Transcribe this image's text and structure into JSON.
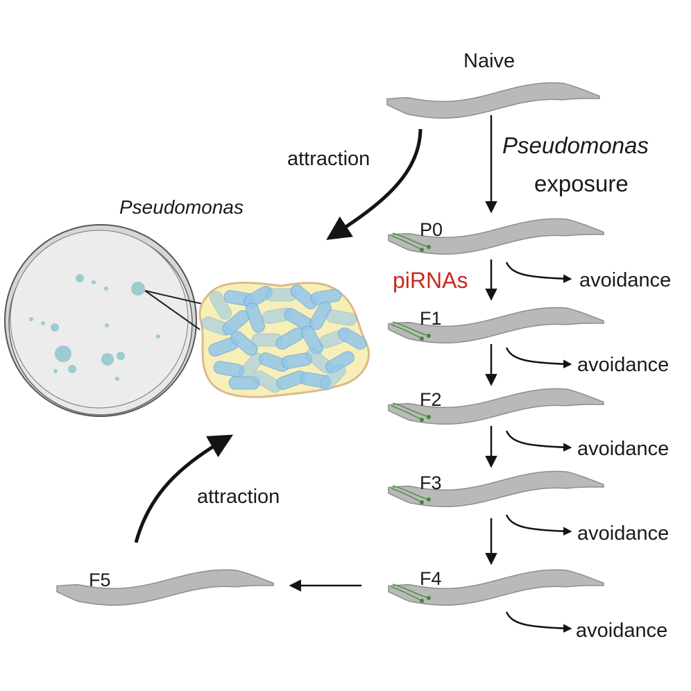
{
  "labels": {
    "naive": "Naive",
    "attraction_top": "attraction",
    "attraction_bottom": "attraction",
    "pseudomonas_plate": "Pseudomonas",
    "exposure_italic": "Pseudomonas",
    "exposure_plain": "exposure",
    "pirnas": "piRNAs"
  },
  "generations": [
    {
      "label": "P0",
      "avoidance": "avoidance"
    },
    {
      "label": "F1",
      "avoidance": "avoidance"
    },
    {
      "label": "F2",
      "avoidance": "avoidance"
    },
    {
      "label": "F3",
      "avoidance": "avoidance"
    },
    {
      "label": "F4",
      "avoidance": "avoidance"
    }
  ],
  "final_generation": {
    "label": "F5"
  },
  "colors": {
    "worm": "#b9b9b9",
    "worm_outline": "#8d8d8d",
    "germline": "#3f8a32",
    "arrow": "#141414",
    "pirna_text": "#c8281e",
    "plate_fill": "#e6e6e6",
    "colony": "#8fc6cc",
    "bacteria_bg": "#f8efb8",
    "bacteria_rod": "#93c7ea"
  }
}
